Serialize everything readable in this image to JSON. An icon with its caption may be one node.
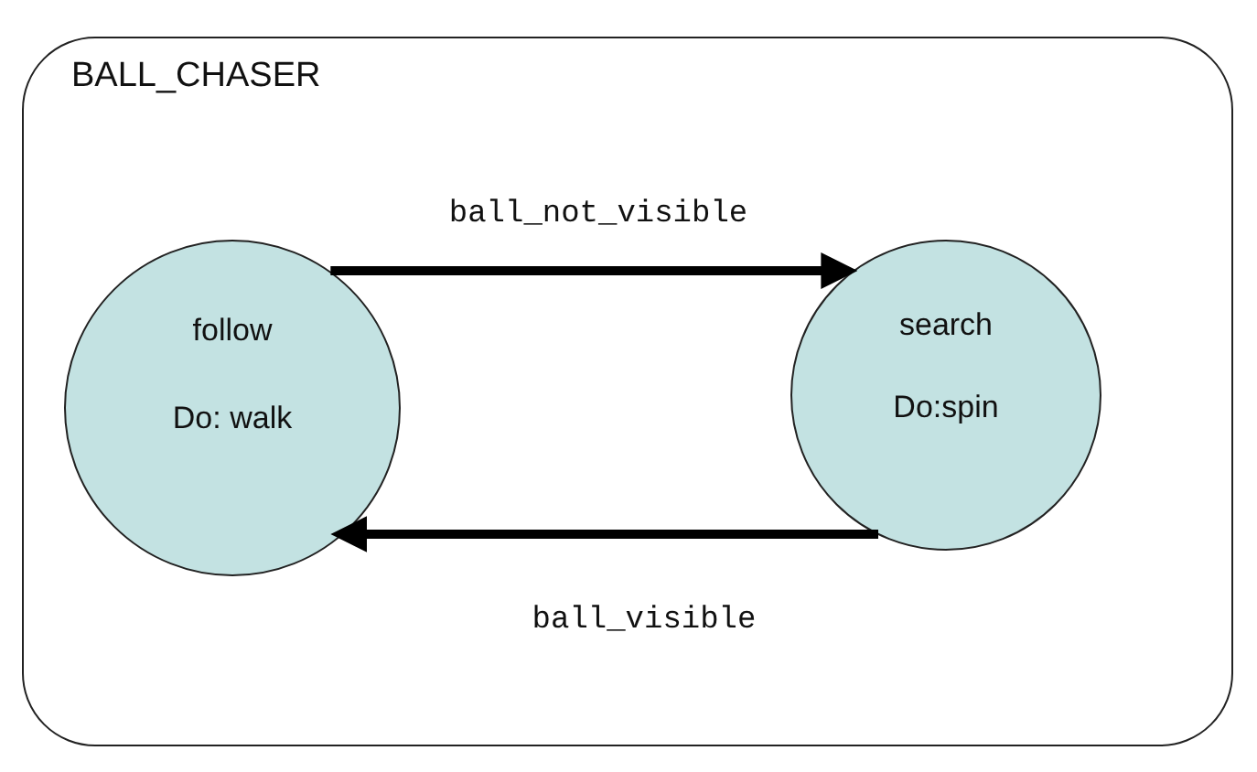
{
  "diagram": {
    "nodes": [
      {
        "text": [
          "BALL_CHASER"
        ]
      },
      {
        "text": [
          "follow",
          "Do: walk"
        ],
        "in": 0
      },
      {
        "text": [
          "search",
          "Do:spin"
        ],
        "in": 0
      }
    ],
    "edges": [
      {
        "from": 1,
        "to": 2,
        "arrow": "to",
        "label": "ball_not_visible"
      },
      {
        "from": 2,
        "to": 1,
        "arrow": "to",
        "label": "ball_visible"
      }
    ]
  }
}
